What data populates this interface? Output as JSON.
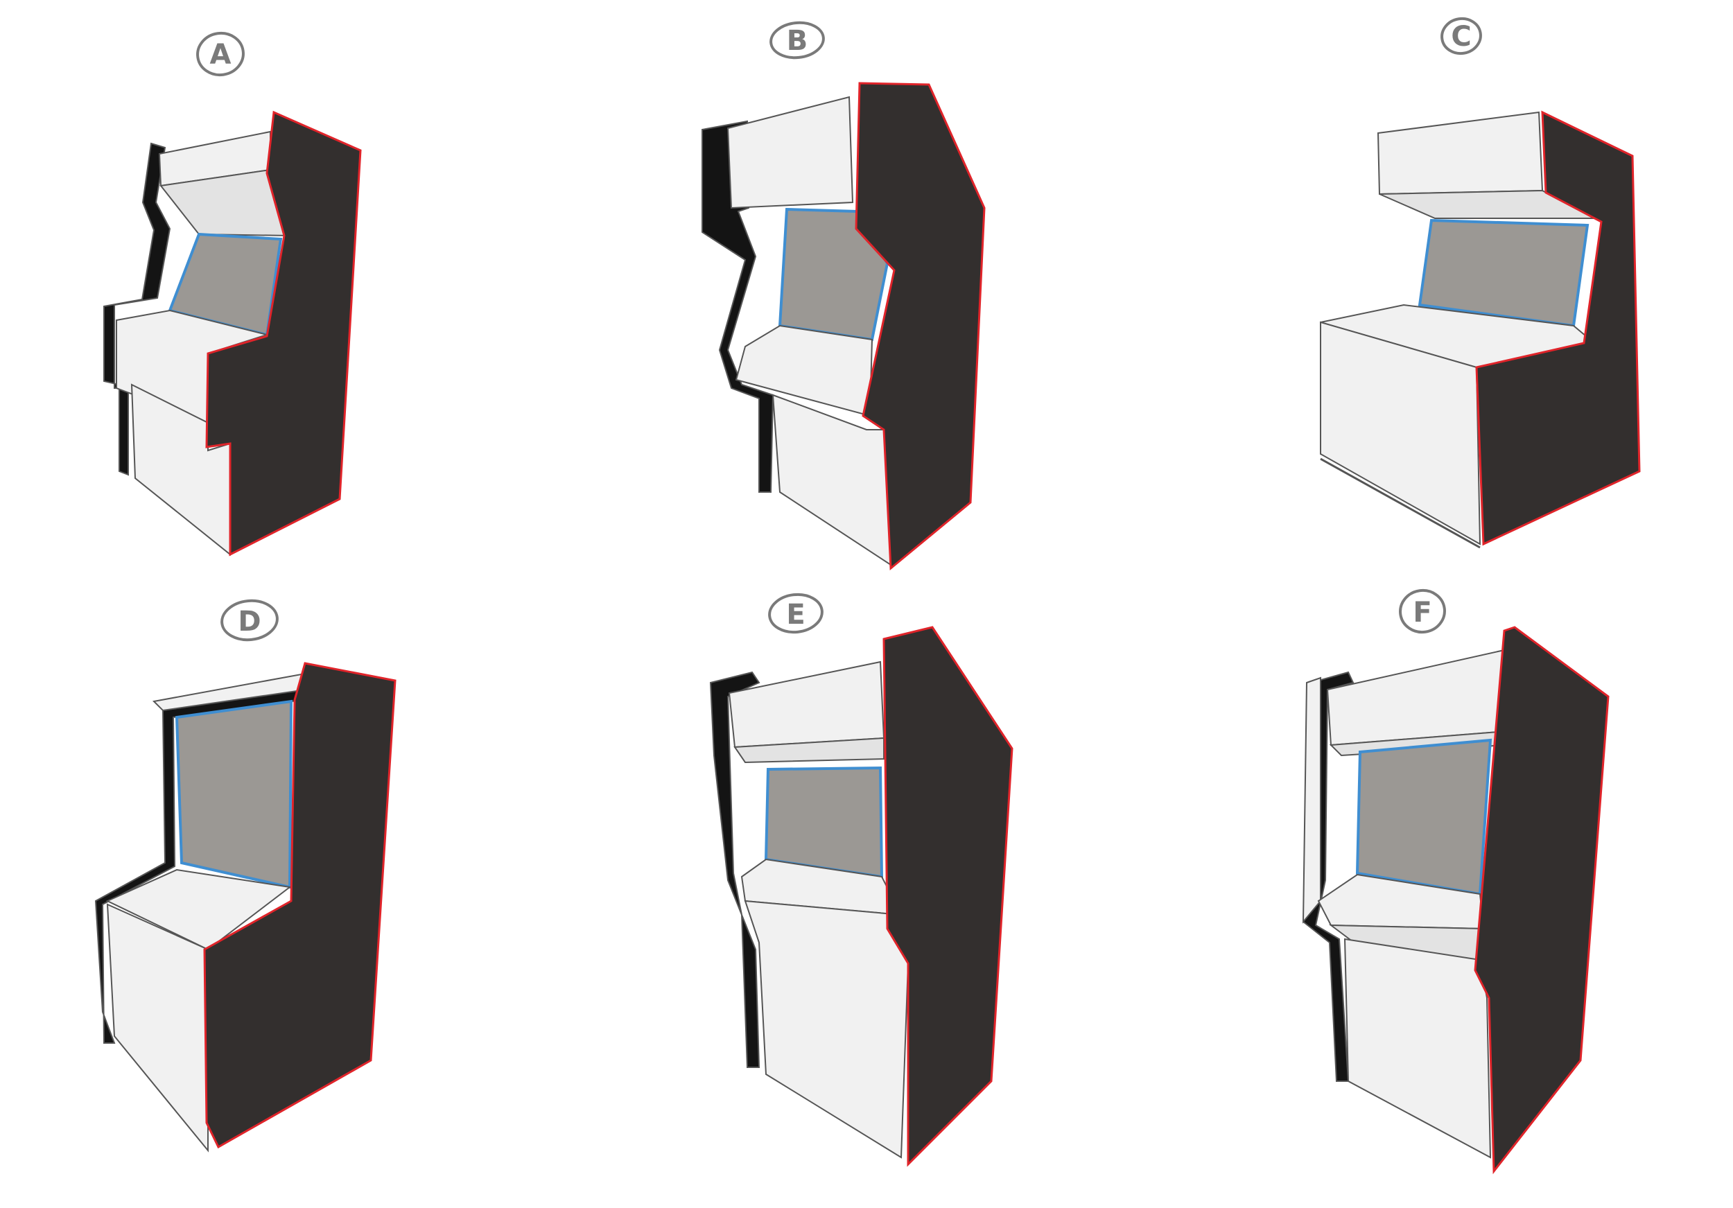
{
  "sheet": {
    "colors": {
      "background": "#ffffff",
      "side_panel": "#332f2e",
      "side_outline": "#e0242a",
      "front_white": "#f1f1f1",
      "front_shade": "#e3e3e3",
      "screen": "#9b9894",
      "screen_bezel": "#3f8ed1",
      "back_black": "#141414",
      "ink": "#555555",
      "label_gray": "#7a7a7a"
    },
    "concepts": [
      {
        "label": "A"
      },
      {
        "label": "B"
      },
      {
        "label": "C"
      },
      {
        "label": "D"
      },
      {
        "label": "E"
      },
      {
        "label": "F"
      }
    ]
  }
}
